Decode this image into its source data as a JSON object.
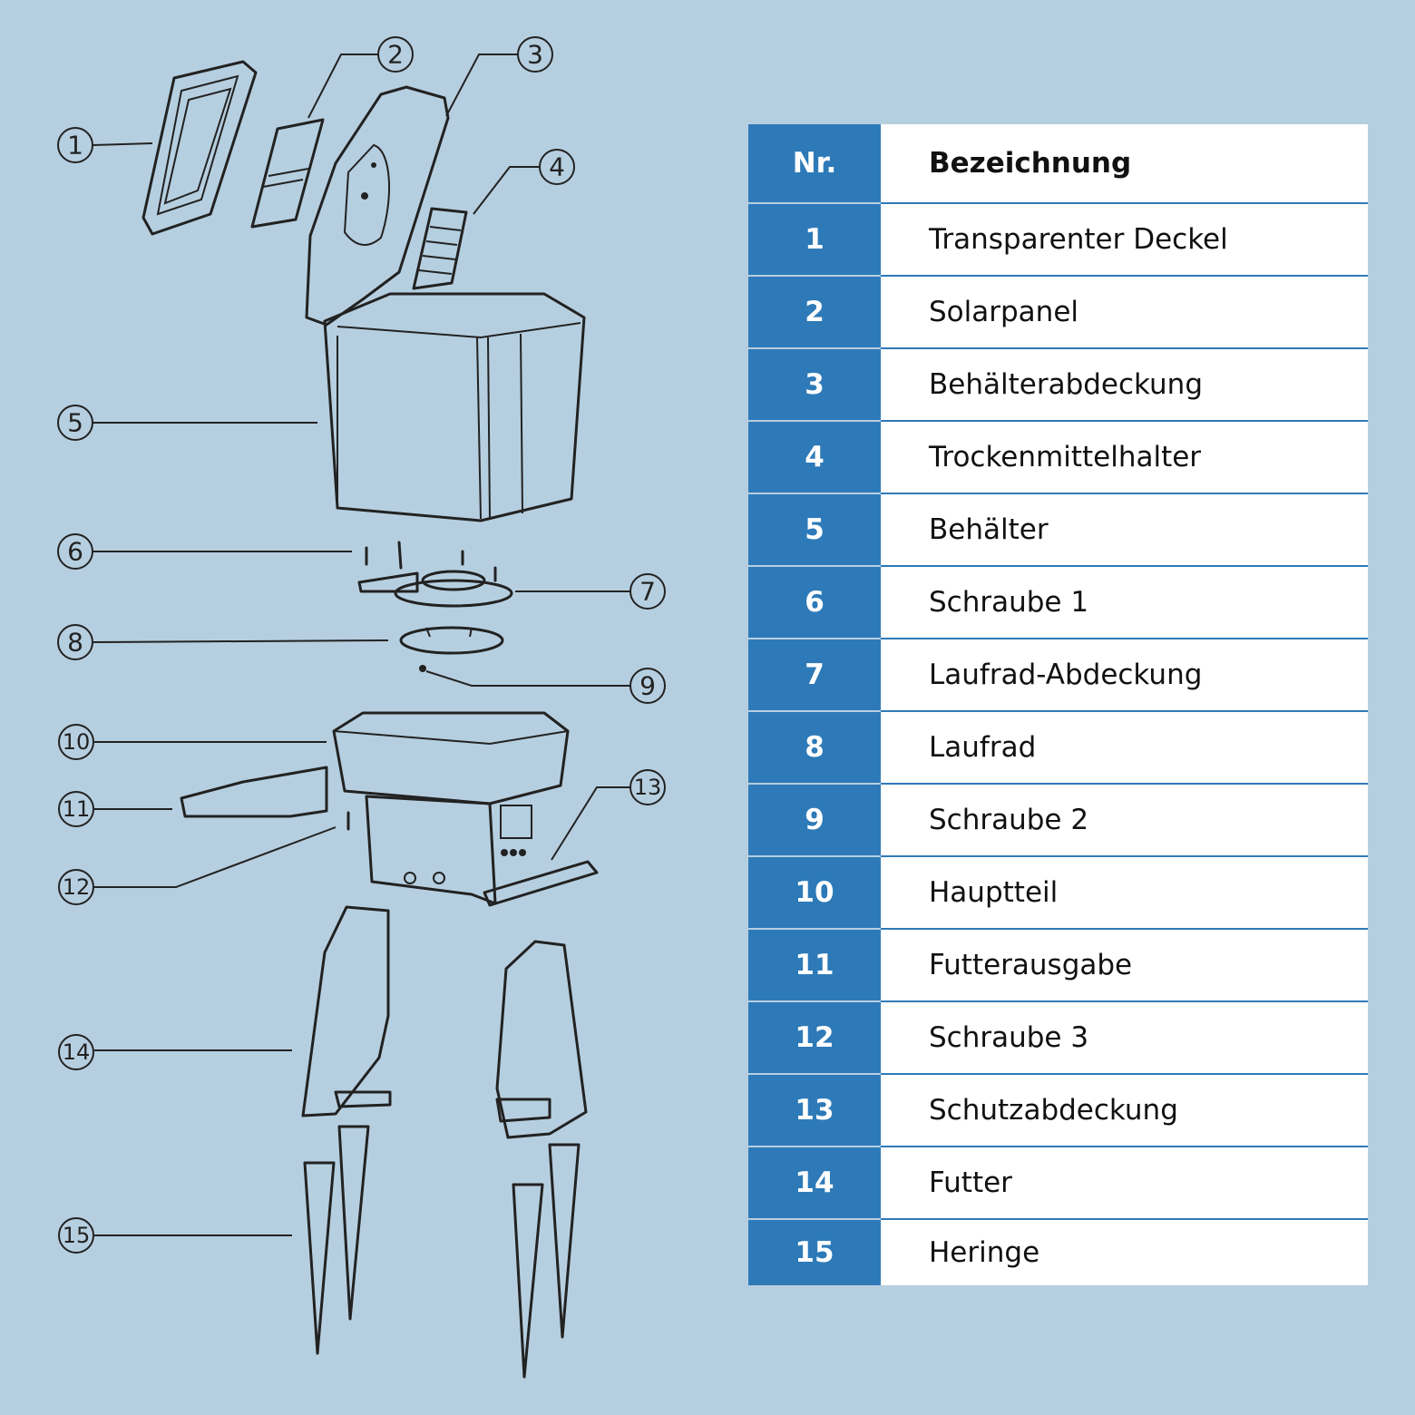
{
  "table": {
    "header": {
      "nr": "Nr.",
      "name": "Bezeichnung"
    },
    "rows": [
      {
        "nr": "1",
        "name": "Transparenter Deckel"
      },
      {
        "nr": "2",
        "name": "Solarpanel"
      },
      {
        "nr": "3",
        "name": "Behälterabdeckung"
      },
      {
        "nr": "4",
        "name": "Trockenmittelhalter"
      },
      {
        "nr": "5",
        "name": "Behälter"
      },
      {
        "nr": "6",
        "name": "Schraube 1"
      },
      {
        "nr": "7",
        "name": "Laufrad-Abdeckung"
      },
      {
        "nr": "8",
        "name": "Laufrad"
      },
      {
        "nr": "9",
        "name": "Schraube 2"
      },
      {
        "nr": "10",
        "name": "Hauptteil"
      },
      {
        "nr": "11",
        "name": "Futterausgabe"
      },
      {
        "nr": "12",
        "name": "Schraube 3"
      },
      {
        "nr": "13",
        "name": "Schutzabdeckung"
      },
      {
        "nr": "14",
        "name": "Futter"
      },
      {
        "nr": "15",
        "name": "Heringe"
      }
    ]
  },
  "callouts": [
    "1",
    "2",
    "3",
    "4",
    "5",
    "6",
    "7",
    "8",
    "9",
    "10",
    "11",
    "12",
    "13",
    "14",
    "15"
  ],
  "colors": {
    "background": "#b6cfe0",
    "accent": "#2e7ab8",
    "line": "#222222",
    "cell": "#ffffff"
  }
}
